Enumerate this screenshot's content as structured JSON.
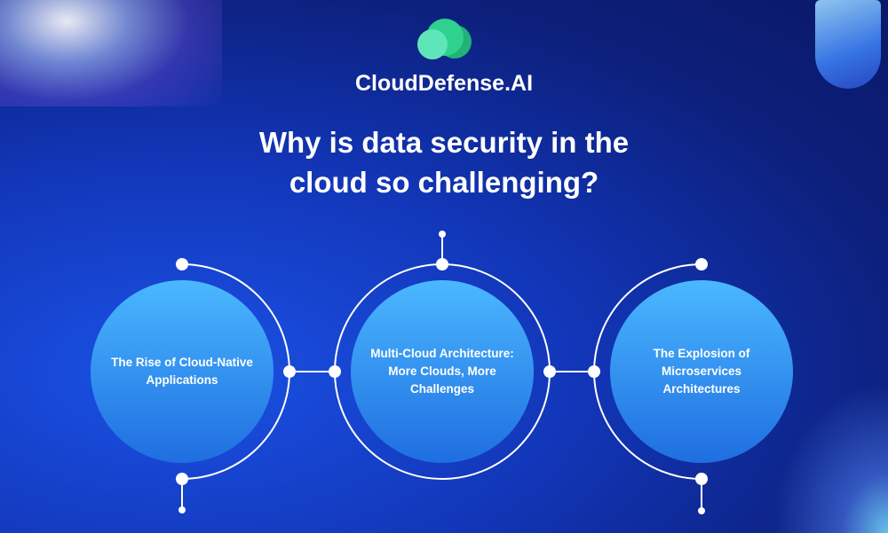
{
  "brand": {
    "name": "CloudDefense.AI",
    "logo_icon": "cloud-icon",
    "colors": [
      "#5fe6b8",
      "#2fd18f",
      "#22b277"
    ]
  },
  "title": {
    "line1": "Why is data security in the",
    "line2": "cloud so challenging?"
  },
  "items": [
    {
      "label": "The Rise of Cloud-Native Applications"
    },
    {
      "label": "Multi-Cloud Architecture: More Clouds, More Challenges"
    },
    {
      "label": "The Explosion of Microservices Architectures"
    }
  ],
  "colors": {
    "circle_top": "#4ab8ff",
    "circle_bottom": "#1f6ee0",
    "line": "#ffffff"
  }
}
